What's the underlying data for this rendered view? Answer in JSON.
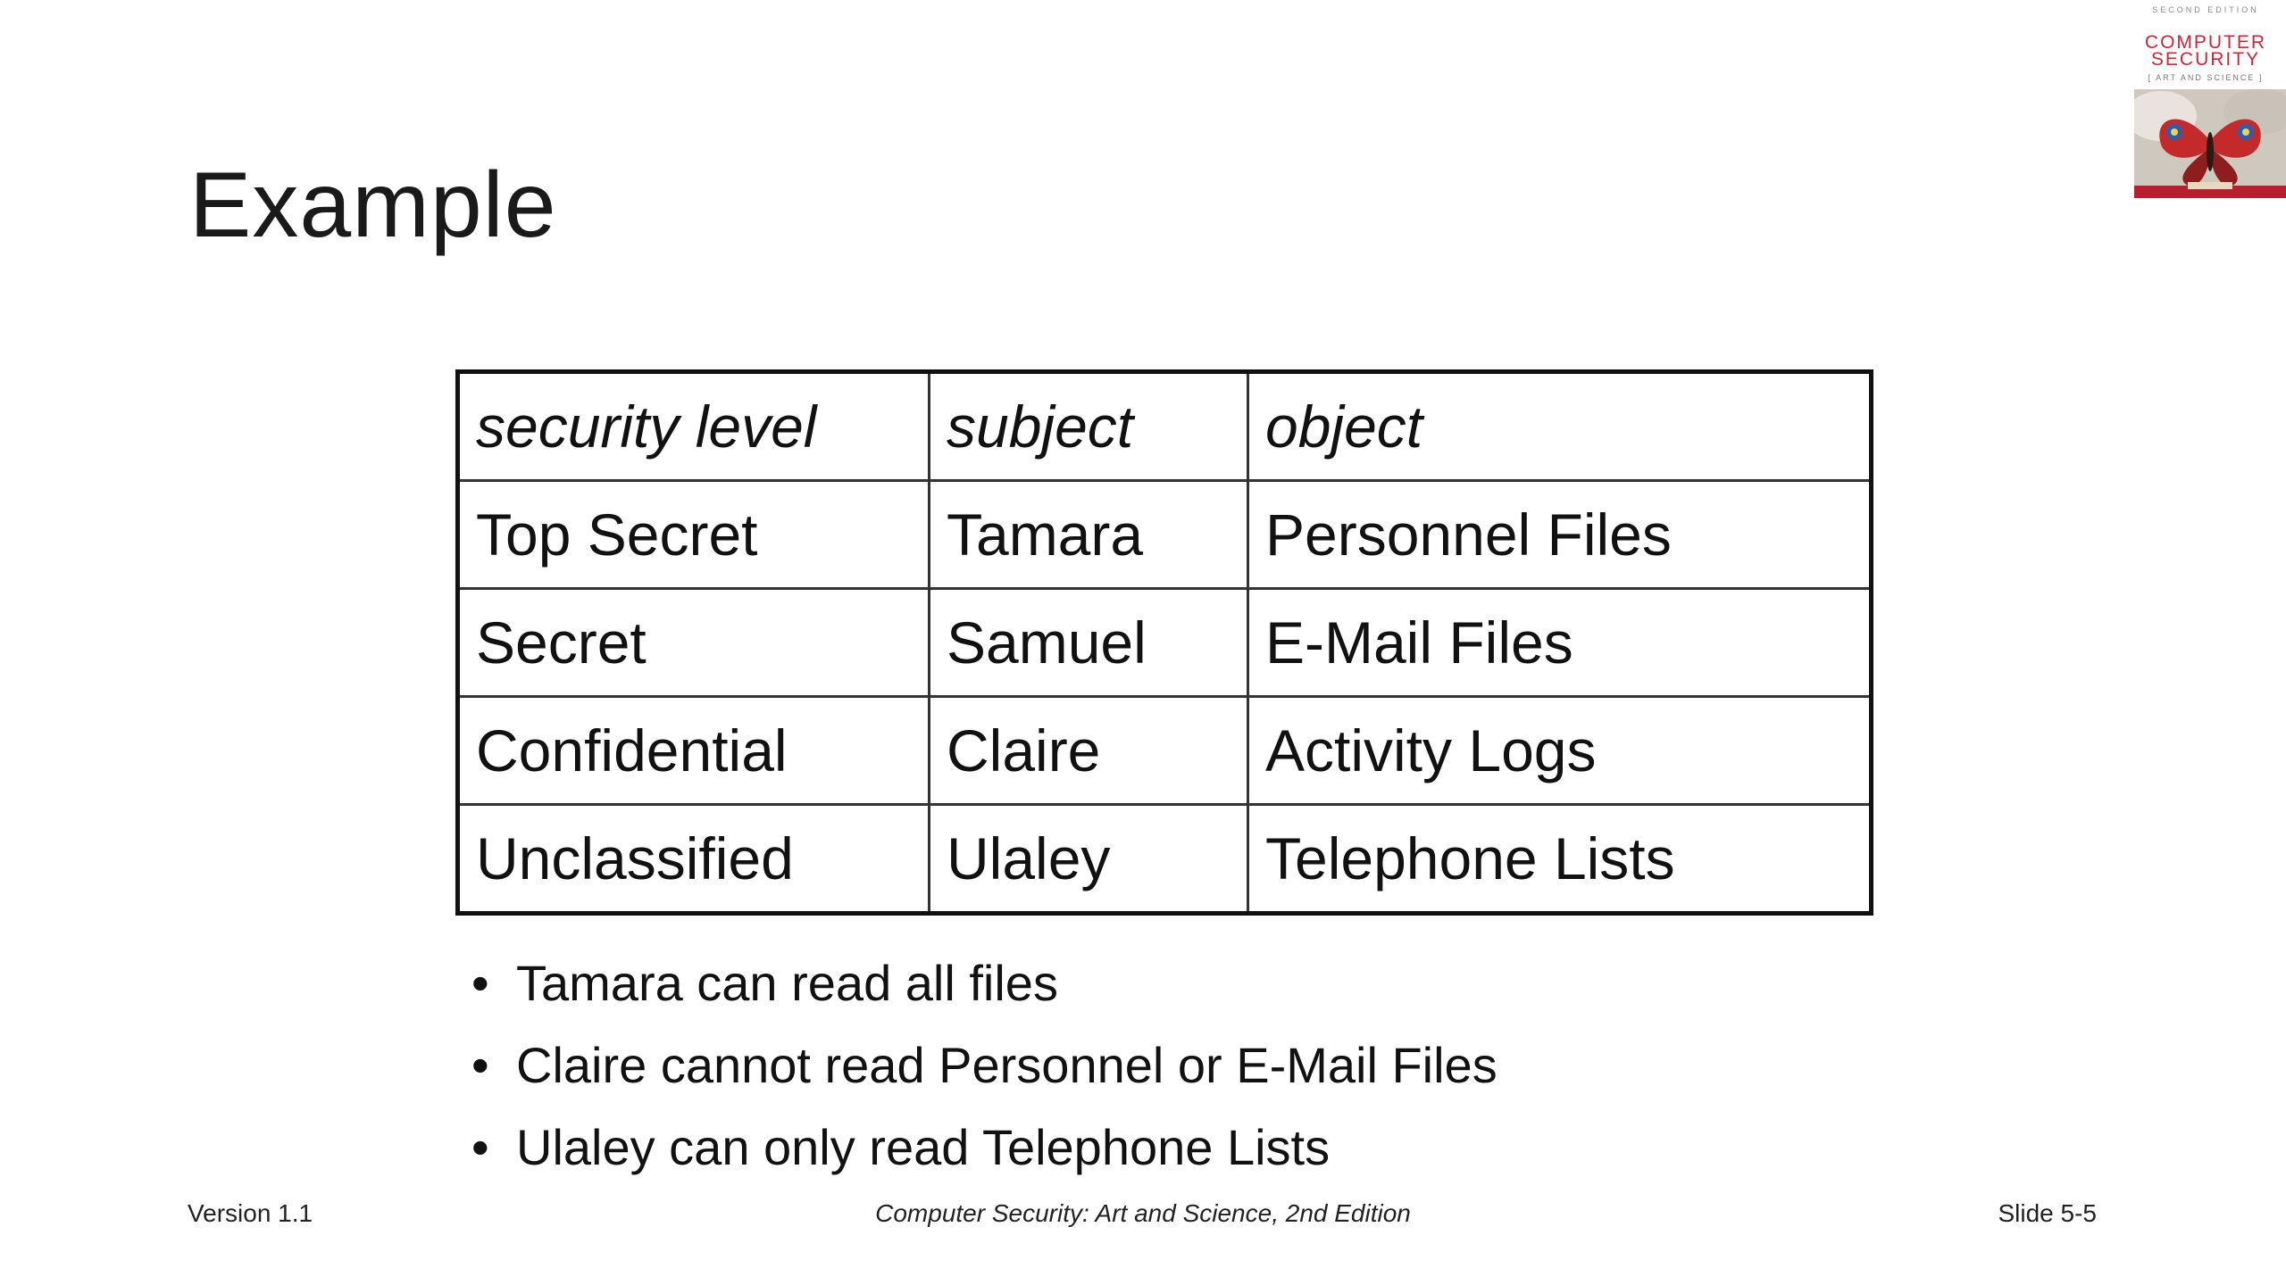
{
  "slide": {
    "title": "Example"
  },
  "book_cover": {
    "edition": "SECOND EDITION",
    "title_line1": "COMPUTER",
    "title_line2": "SECURITY",
    "subtitle": "[ ART AND SCIENCE ]",
    "icon": "butterfly-cover-image"
  },
  "table": {
    "headers": [
      "security level",
      "subject",
      "object"
    ],
    "rows": [
      [
        "Top Secret",
        "Tamara",
        "Personnel Files"
      ],
      [
        "Secret",
        "Samuel",
        "E-Mail Files"
      ],
      [
        "Confidential",
        "Claire",
        "Activity Logs"
      ],
      [
        "Unclassified",
        "Ulaley",
        "Telephone Lists"
      ]
    ]
  },
  "bullets": [
    "Tamara can read all files",
    "Claire cannot read Personnel or E-Mail Files",
    "Ulaley can only read Telephone Lists"
  ],
  "footer": {
    "version": "Version 1.1",
    "book": "Computer Security: Art and Science, 2nd Edition",
    "slide_number": "Slide 5-5"
  },
  "colors": {
    "cover_title": "#c8283a",
    "text": "#111111",
    "background": "#ffffff"
  }
}
